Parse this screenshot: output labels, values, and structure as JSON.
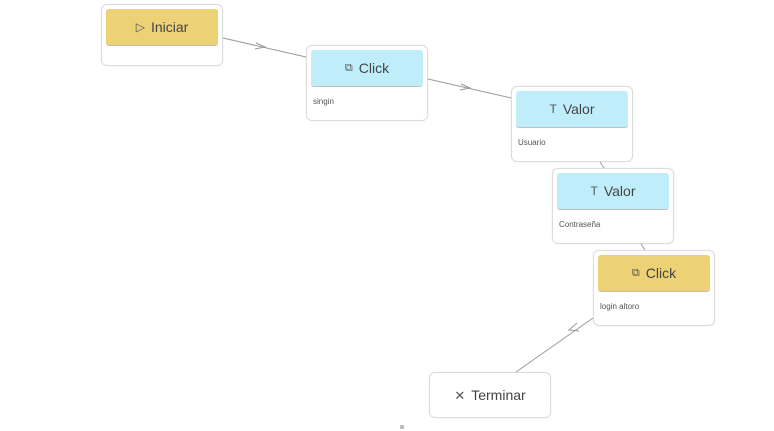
{
  "nodes": {
    "start": {
      "label": "Iniciar",
      "icon": "play-icon"
    },
    "click1": {
      "label": "Click",
      "sublabel": "singin",
      "icon": "cursor-click-icon"
    },
    "valor1": {
      "label": "Valor",
      "sublabel": "Usuario",
      "icon": "text-t-icon"
    },
    "valor2": {
      "label": "Valor",
      "sublabel": "Contraseña",
      "icon": "text-t-icon"
    },
    "click2": {
      "label": "Click",
      "sublabel": "login altoro",
      "icon": "cursor-click-icon"
    },
    "end": {
      "label": "Terminar",
      "icon": "close-x-icon"
    }
  },
  "colors": {
    "start_head": "#ecd175",
    "action_head": "#bfeefa",
    "highlight_head": "#ecd175",
    "edge": "#9a9a9a"
  }
}
